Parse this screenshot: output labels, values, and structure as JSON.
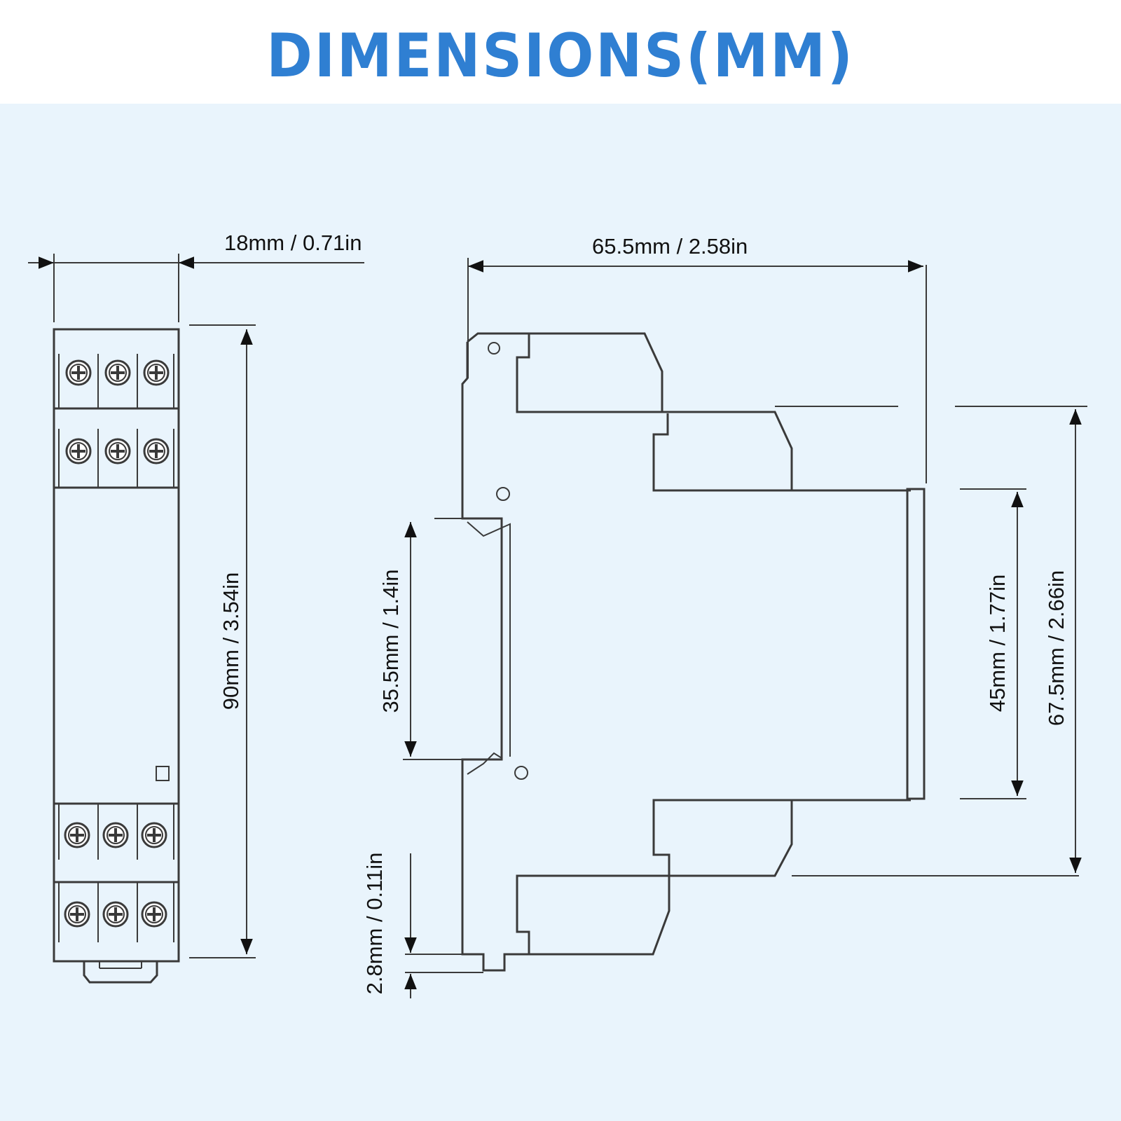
{
  "title": "DIMENSIONS(MM)",
  "colors": {
    "title": "#2f7fd2",
    "background": "#e9f4fc",
    "line": "#3a3a3a",
    "text": "#111111"
  },
  "dimensions": {
    "width": "18mm / 0.71in",
    "height": "90mm / 3.54in",
    "depth": "65.5mm / 2.58in",
    "rail_width": "35.5mm / 1.4in",
    "clip_offset": "2.8mm / 0.11in",
    "front_height": "45mm / 1.77in",
    "terminal_height": "67.5mm / 2.66in"
  }
}
